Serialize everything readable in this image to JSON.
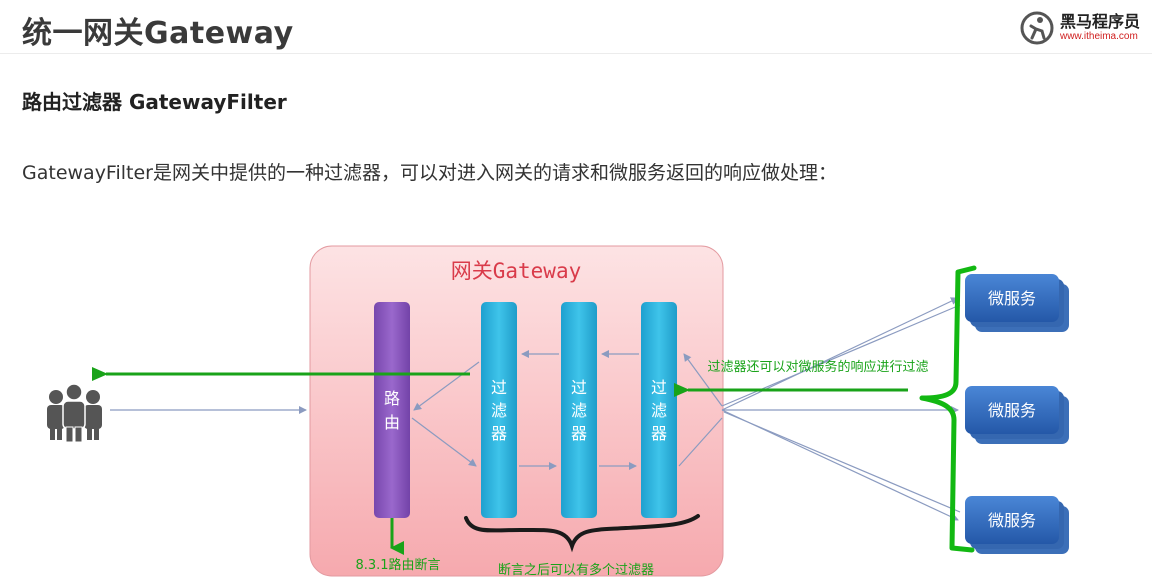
{
  "header": {
    "title": "统一网关Gateway",
    "logo": {
      "name": "黑马程序员",
      "url": "www.itheima.com",
      "icon": "runner-logo-icon"
    }
  },
  "section_heading": "路由过滤器 GatewayFilter",
  "description": "GatewayFilter是网关中提供的一种过滤器，可以对进入网关的请求和微服务返回的响应做处理：",
  "diagram": {
    "gateway_label": "网关Gateway",
    "router_label": [
      "路",
      "由"
    ],
    "filters": [
      {
        "label": [
          "过",
          "滤",
          "器"
        ]
      },
      {
        "label": [
          "过",
          "滤",
          "器"
        ]
      },
      {
        "label": [
          "过",
          "滤",
          "器"
        ]
      }
    ],
    "services": [
      "微服务",
      "微服务",
      "微服务"
    ],
    "annotations": {
      "response_filter": "过滤器还可以对微服务的响应进行过滤",
      "route_predicate": "8.3.1路由断言",
      "multiple_filters": "断言之后可以有多个过滤器"
    },
    "colors": {
      "gateway_fill": "#f9c9cc",
      "router": "#8e5ac0",
      "filter": "#2db5df",
      "service": "#2f6ebf",
      "annotation": "#19a319",
      "flow_line": "#8b9bc0"
    }
  }
}
